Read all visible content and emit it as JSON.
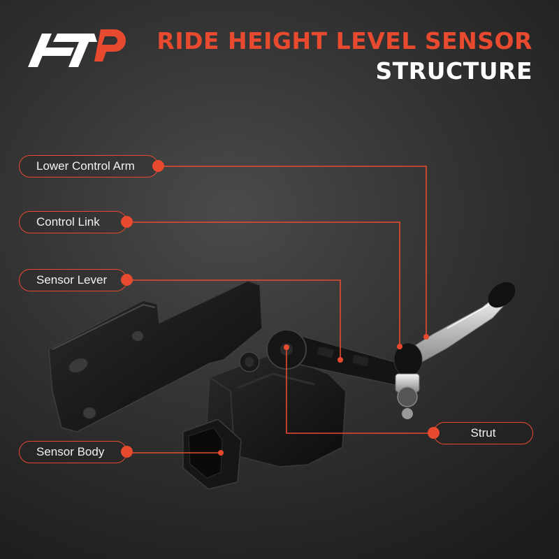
{
  "header": {
    "title_line1": "RIDE HEIGHT LEVEL SENSOR",
    "title_line2": "STRUCTURE"
  },
  "logo": {
    "name": "brand-logo"
  },
  "labels": {
    "lower_control_arm": "Lower Control Arm",
    "control_link": "Control Link",
    "sensor_lever": "Sensor Lever",
    "sensor_body": "Sensor Body",
    "strut": "Strut"
  },
  "colors": {
    "accent": "#e84a2f",
    "background": "#2e2e2e",
    "text": "#ffffff"
  }
}
